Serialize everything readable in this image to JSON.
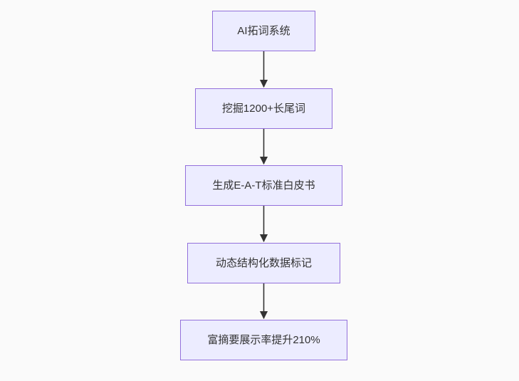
{
  "diagram": {
    "type": "flowchart",
    "direction": "top-down",
    "nodes": [
      {
        "label": "AI拓词系统"
      },
      {
        "label": "挖掘1200+长尾词"
      },
      {
        "label": "生成E-A-T标准白皮书"
      },
      {
        "label": "动态结构化数据标记"
      },
      {
        "label": "富摘要展示率提升210%"
      }
    ],
    "edges": [
      {
        "from": 0,
        "to": 1
      },
      {
        "from": 1,
        "to": 2
      },
      {
        "from": 2,
        "to": 3
      },
      {
        "from": 3,
        "to": 4
      }
    ],
    "colors": {
      "node_fill": "#ECECFF",
      "node_border": "#9370DB",
      "arrow": "#333333",
      "text": "#333333",
      "background": "#fafafa"
    }
  }
}
